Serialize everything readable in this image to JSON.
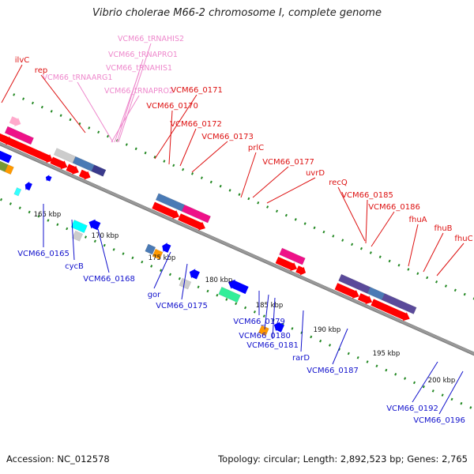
{
  "title": "Vibrio cholerae M66-2 chromosome I, complete genome",
  "footer": {
    "accession": "Accession: NC_012578",
    "summary": "Topology: circular; Length: 2,892,523 bp; Genes: 2,765"
  },
  "colors": {
    "forward_label": "#dd1111",
    "reverse_label": "#1111cc",
    "rna_label": "#ee88cc",
    "backbone": "#999999",
    "tick": "#228822"
  },
  "kbp_ticks": [
    "165 kbp",
    "170 kbp",
    "175 kbp",
    "180 kbp",
    "185 kbp",
    "190 kbp",
    "195 kbp",
    "200 kbp"
  ],
  "labels": {
    "rna": [
      "VCM66_tRNAHIS2",
      "VCM66_tRNAPRO1",
      "VCM66_tRNAHIS1",
      "VCM66_tRNAARG1",
      "VCM66_tRNAPRO2"
    ],
    "forward": [
      "ilvC",
      "rep",
      "VCM66_0171",
      "VCM66_0170",
      "VCM66_0172",
      "VCM66_0173",
      "prlC",
      "VCM66_0177",
      "uvrD",
      "recQ",
      "VCM66_0185",
      "VCM66_0186",
      "fhuA",
      "fhuB",
      "fhuC"
    ],
    "reverse": [
      "VCM66_0165",
      "cycB",
      "VCM66_0168",
      "gor",
      "VCM66_0175",
      "VCM66_0179",
      "VCM66_0180",
      "VCM66_0181",
      "rarD",
      "VCM66_0187",
      "VCM66_0192",
      "VCM66_0196"
    ]
  }
}
